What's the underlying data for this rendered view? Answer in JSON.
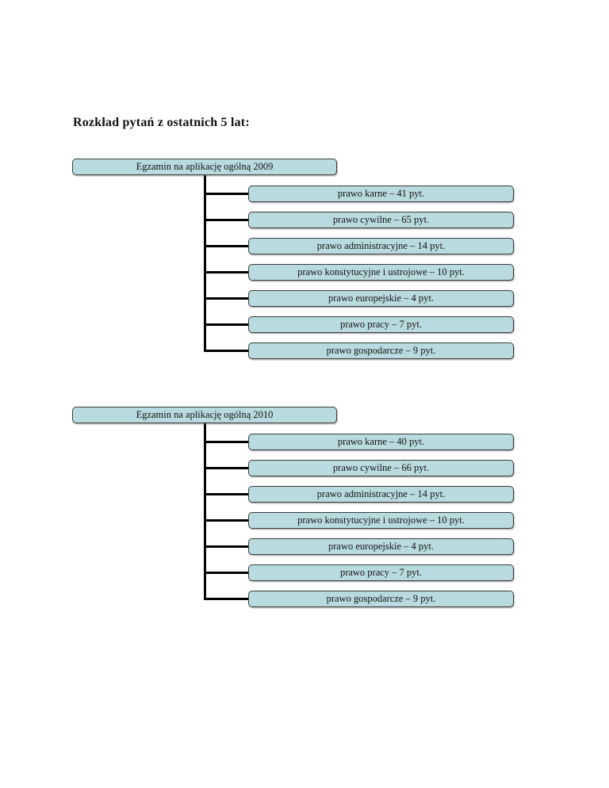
{
  "document": {
    "title": "Rozkład pytań z ostatnich 5 lat:"
  },
  "diagrams": [
    {
      "root": "Egzamin na aplikację ogólną 2009",
      "children": [
        "prawo karne – 41 pyt.",
        "prawo cywilne – 65 pyt.",
        "prawo administracyjne – 14 pyt.",
        "prawo konstytucyjne i ustrojowe – 10 pyt.",
        "prawo europejskie – 4 pyt.",
        "prawo pracy – 7 pyt.",
        "prawo gospodarcze – 9 pyt."
      ]
    },
    {
      "root": "Egzamin na aplikację ogólną 2010",
      "children": [
        "prawo karne – 40 pyt.",
        "prawo cywilne – 66 pyt.",
        "prawo administracyjne – 14 pyt.",
        "prawo konstytucyjne i ustrojowe – 10 pyt.",
        "prawo europejskie – 4 pyt.",
        "prawo pracy – 7 pyt.",
        "prawo gospodarcze – 9 pyt."
      ]
    }
  ],
  "colors": {
    "page_background": "#ffffff",
    "box_fill": "#b9dade",
    "box_border": "#3a3a3a",
    "connector": "#000000",
    "text": "#141414"
  }
}
